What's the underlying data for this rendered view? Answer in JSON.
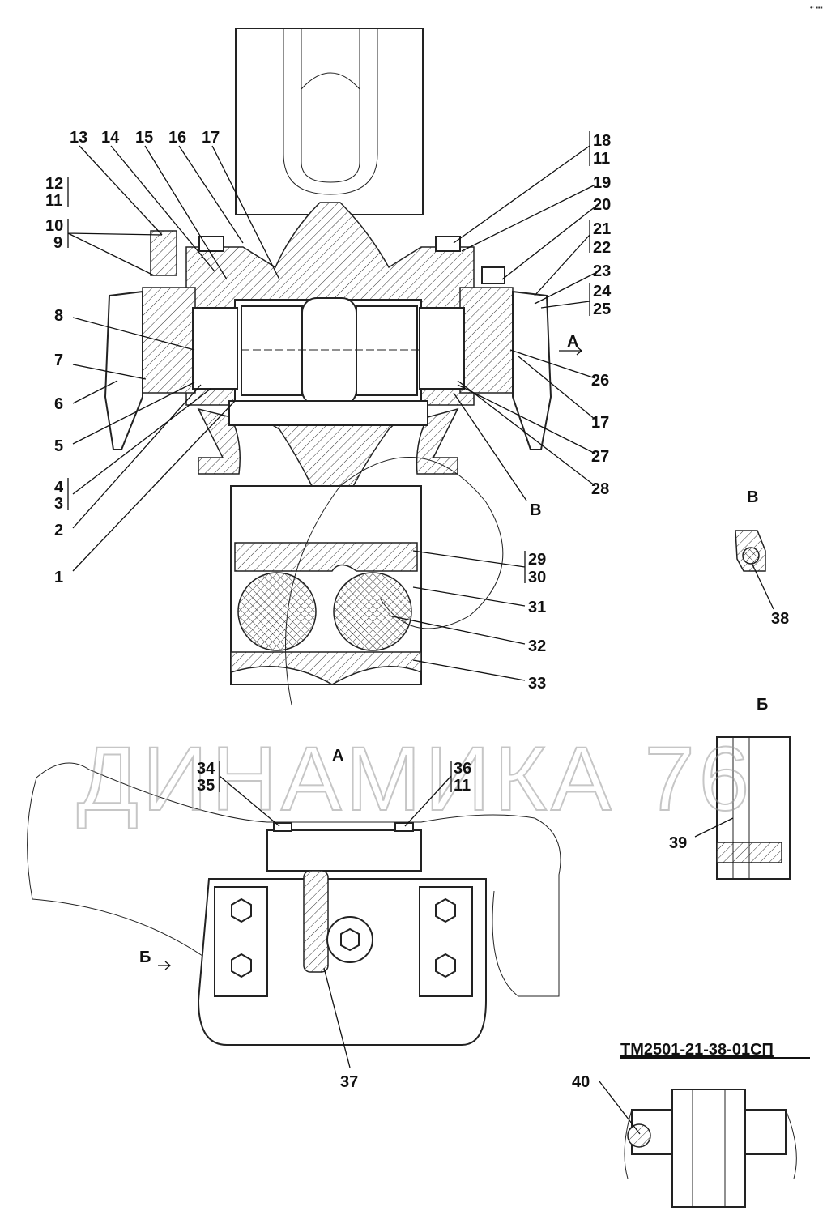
{
  "drawing": {
    "document_code": "ТМ2501-21-38-01СП",
    "watermark": "ДИНАМИКА 76",
    "corner_mark": "•ᐧ ▪▪▪",
    "view_labels": {
      "a_arrow": "А",
      "a_view": "А",
      "v_arrow": "В",
      "v_view": "В",
      "b_arrow": "Б",
      "b_view": "Б"
    },
    "callouts": {
      "c1": "1",
      "c2": "2",
      "c3": "3",
      "c4": "4",
      "c5": "5",
      "c6": "6",
      "c7": "7",
      "c8": "8",
      "c9": "9",
      "c10": "10",
      "c11a": "11",
      "c12": "12",
      "c13": "13",
      "c14": "14",
      "c15": "15",
      "c16": "16",
      "c17a": "17",
      "c18": "18",
      "c11b": "11",
      "c19": "19",
      "c20": "20",
      "c21": "21",
      "c22": "22",
      "c23": "23",
      "c24": "24",
      "c25": "25",
      "c26": "26",
      "c17b": "17",
      "c27": "27",
      "c28": "28",
      "c29": "29",
      "c30": "30",
      "c31": "31",
      "c32": "32",
      "c33": "33",
      "c34": "34",
      "c35": "35",
      "c36": "36",
      "c11c": "11",
      "c37": "37",
      "c38": "38",
      "c39": "39",
      "c40": "40"
    }
  }
}
